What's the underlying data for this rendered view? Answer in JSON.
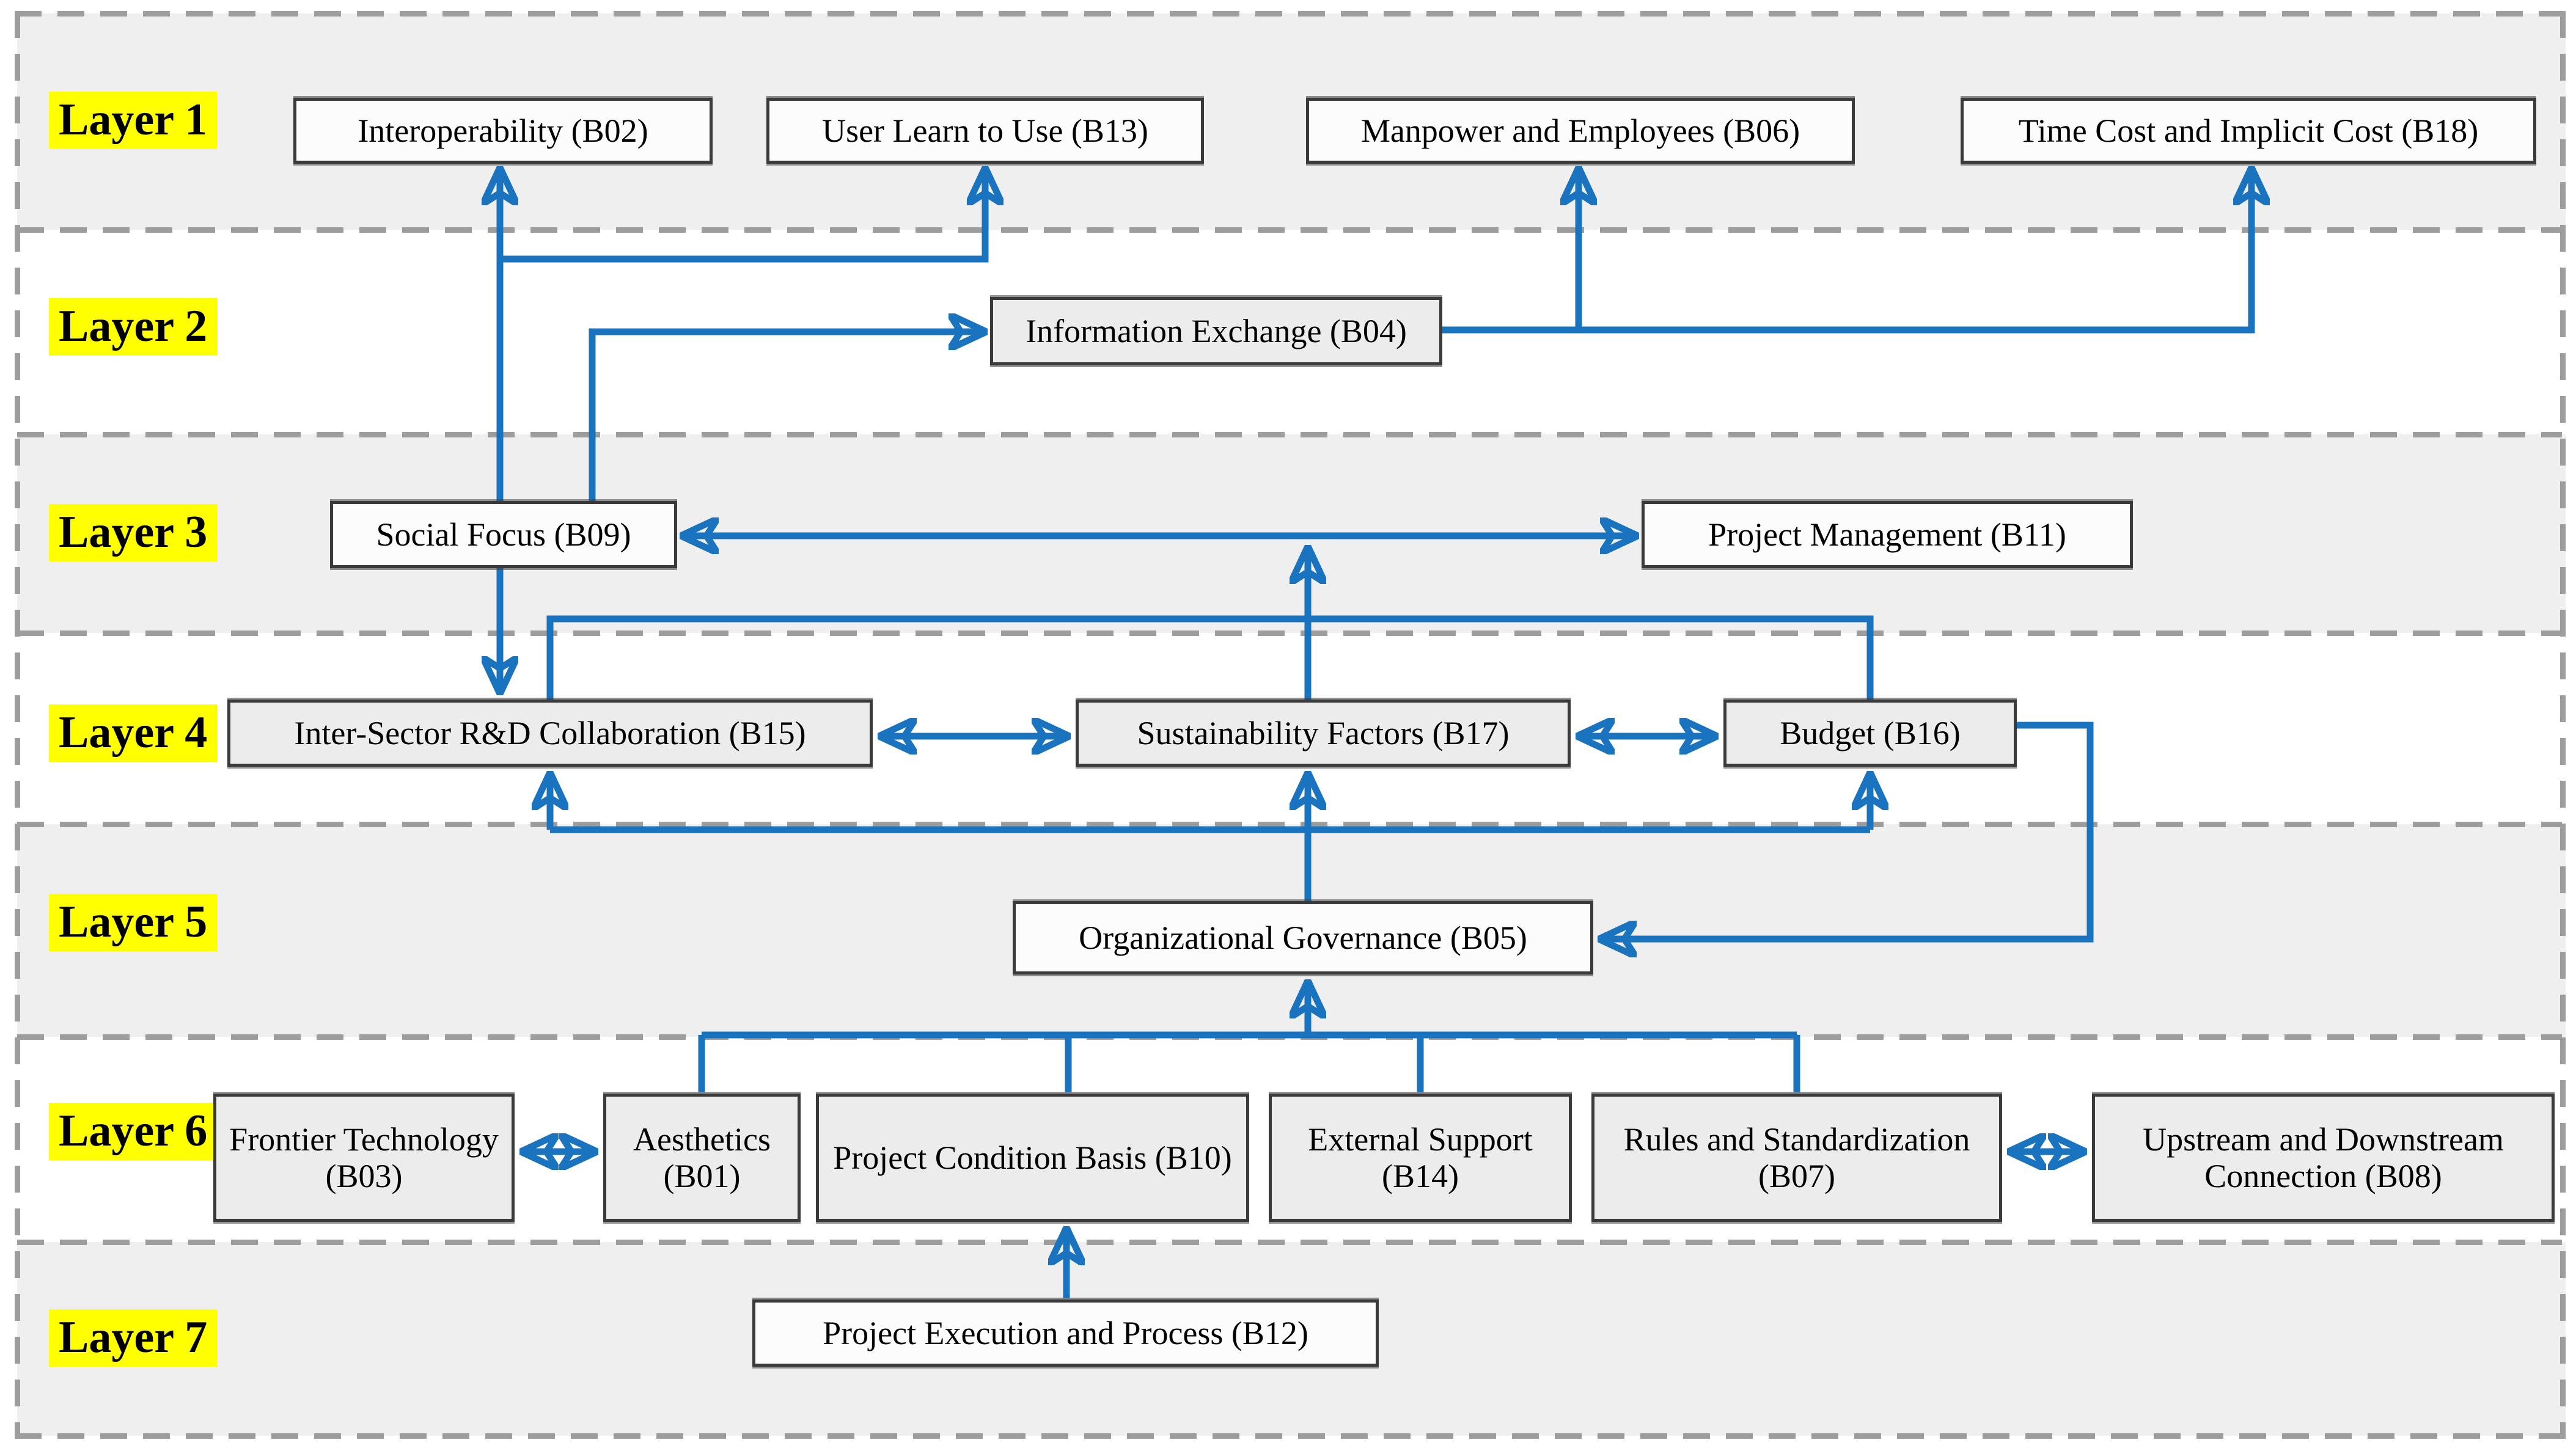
{
  "figure": {
    "type": "ISM hierarchy diagram",
    "layers": [
      {
        "label": "Layer 1",
        "nodes": [
          {
            "id": "B02",
            "label": "Interoperability (B02)"
          },
          {
            "id": "B13",
            "label": "User Learn to Use (B13)"
          },
          {
            "id": "B06",
            "label": "Manpower and Employees (B06)"
          },
          {
            "id": "B18",
            "label": "Time Cost and Implicit Cost (B18)"
          }
        ]
      },
      {
        "label": "Layer 2",
        "nodes": [
          {
            "id": "B04",
            "label": "Information Exchange (B04)"
          }
        ]
      },
      {
        "label": "Layer 3",
        "nodes": [
          {
            "id": "B09",
            "label": "Social Focus (B09)"
          },
          {
            "id": "B11",
            "label": "Project Management (B11)"
          }
        ]
      },
      {
        "label": "Layer 4",
        "nodes": [
          {
            "id": "B15",
            "label": "Inter-Sector R&D Collaboration (B15)"
          },
          {
            "id": "B17",
            "label": "Sustainability Factors (B17)"
          },
          {
            "id": "B16",
            "label": "Budget (B16)"
          }
        ]
      },
      {
        "label": "Layer 5",
        "nodes": [
          {
            "id": "B05",
            "label": "Organizational Governance (B05)"
          }
        ]
      },
      {
        "label": "Layer 6",
        "nodes": [
          {
            "id": "B03",
            "label": "Frontier Technology (B03)"
          },
          {
            "id": "B01",
            "label": "Aesthetics (B01)"
          },
          {
            "id": "B10",
            "label": "Project Condition Basis (B10)"
          },
          {
            "id": "B14",
            "label": "External Support (B14)"
          },
          {
            "id": "B07",
            "label": "Rules and Standardization (B07)"
          },
          {
            "id": "B08",
            "label": "Upstream and Downstream Connection (B08)"
          }
        ]
      },
      {
        "label": "Layer 7",
        "nodes": [
          {
            "id": "B12",
            "label": "Project Execution and Process (B12)"
          }
        ]
      }
    ],
    "edges": [
      "B09 -> B02",
      "B09 -> B13",
      "B09 -> B04",
      "B04 -> B06",
      "B04 -> B18",
      "B09 <-> B11",
      "B17 -> (B09-B11 arrow)",
      "B15 - B16 top link (no arrowheads)",
      "B09 -> B15",
      "B05 -> B15",
      "B05 -> B17",
      "B05 -> B16",
      "B16 -> B05",
      "B01 -> B05",
      "B10 -> B05",
      "B14 -> B05",
      "B07 -> B05",
      "B12 -> B10",
      "B03 <-> B01",
      "B15 <-> B17",
      "B17 <-> B16",
      "B07 <-> B08"
    ],
    "colors": {
      "arrow": "#1a73be",
      "layer_label_highlight": "#ffff00",
      "band_gray": "#efefef",
      "band_white": "#ffffff",
      "box_border": "#3a3a3a",
      "separator": "#9d9d9d"
    }
  }
}
